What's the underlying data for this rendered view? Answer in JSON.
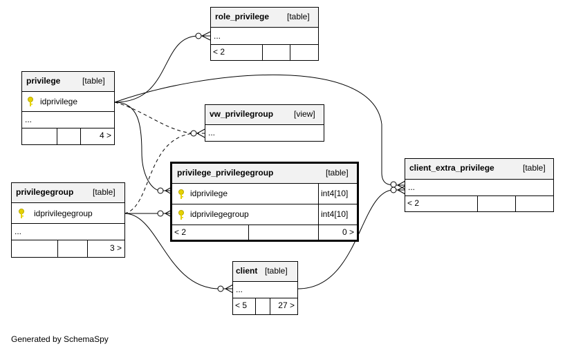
{
  "tables": {
    "role_privilege": {
      "name": "role_privilege",
      "kind": "[table]",
      "ellipsis": "...",
      "footer": [
        "< 2",
        "",
        ""
      ]
    },
    "privilege": {
      "name": "privilege",
      "kind": "[table]",
      "column": "idprivilege",
      "ellipsis": "...",
      "footer": [
        "",
        "",
        "4 >"
      ]
    },
    "vw_privilegroup": {
      "name": "vw_privilegroup",
      "kind": "[view]",
      "ellipsis": "..."
    },
    "privilege_privilegegroup": {
      "name": "privilege_privilegegroup",
      "kind": "[table]",
      "columns": [
        {
          "name": "idprivilege",
          "type": "int4[10]"
        },
        {
          "name": "idprivilegegroup",
          "type": "int4[10]"
        }
      ],
      "footer": [
        "< 2",
        "",
        "0 >"
      ]
    },
    "privilegegroup": {
      "name": "privilegegroup",
      "kind": "[table]",
      "column": "idprivilegegroup",
      "ellipsis": "...",
      "footer": [
        "",
        "",
        "3 >"
      ]
    },
    "client_extra_privilege": {
      "name": "client_extra_privilege",
      "kind": "[table]",
      "ellipsis": "...",
      "footer": [
        "< 2",
        "",
        ""
      ]
    },
    "client": {
      "name": "client",
      "kind": "[table]",
      "ellipsis": "...",
      "footer": [
        "< 5",
        "",
        "27 >"
      ]
    }
  },
  "footer_text": "Generated by SchemaSpy",
  "colors": {
    "key_icon": "#e6d200",
    "header_bg": "#f2f2f2",
    "line": "#000000"
  }
}
